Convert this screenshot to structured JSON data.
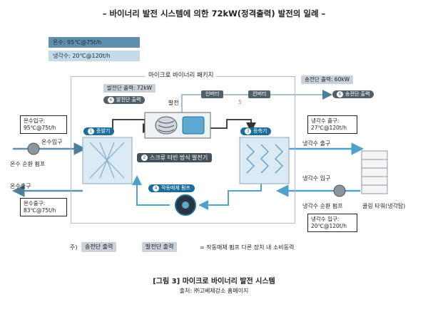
{
  "title": "– 바이너리 발전 시스템에 의한 72kW(정격출력) 발전의 일례 –",
  "legend": {
    "hot_water": "온수: 95℃@75t/h",
    "cold_water": "냉각수: 20℃@120t/h"
  },
  "package_label": "마이크로 바이너리 패키지",
  "generator_output": "발전단 출력: 72kW",
  "generator_output_tag": "발전단 출력",
  "generator_label": "발전",
  "inverter": "인버터",
  "converter": "컨버터",
  "transmission_output": "송전단 출력: 60kW",
  "transmission_output_tag": "송전단 출력",
  "evaporator": "증발기",
  "condenser": "응축기",
  "turbine_label": "스크류 터빈 방식 발전기",
  "pump_label": "작동매체 펌프",
  "numbers": {
    "n1": "1",
    "n2": "2",
    "n3": "3",
    "n4": "4",
    "n5": "5",
    "n6": "6"
  },
  "hot_in_box": {
    "line1": "온수입구:",
    "line2": "95℃@75t/h"
  },
  "hot_inlet": "온수입구",
  "hot_pump": "온수 순환 펌프",
  "hot_outlet": "온수출구",
  "hot_out_box": {
    "line1": "온수출구:",
    "line2": "83℃@75t/h"
  },
  "cool_out_box": {
    "line1": "냉각수 출구:",
    "line2": "27℃@120t/h"
  },
  "cool_outlet": "냉각수 출구",
  "cool_inlet": "냉각수 입구",
  "cool_pump": "냉각수 순환 펌프",
  "cooling_tower": "쿨링 타워(냉각탑)",
  "cool_in_box": {
    "line1": "냉각수 입구:",
    "line2": "20℃@120t/h"
  },
  "note": {
    "prefix": "주)",
    "trans": "송전단 출력",
    "gen": "발전단 출력",
    "desc": "= 작동매체 펌프 다른 장치 내 소비동력"
  },
  "caption": "[그림 3] 마이크로 바이너리 발전 시스템",
  "source": "출처: ㈜고베제강소 홈페이지",
  "colors": {
    "hot": "#5e90ad",
    "cold": "#c4dce8",
    "accent": "#1b6d9b",
    "dark": "#51616c",
    "pipe_gray": "#a9bfcd"
  }
}
